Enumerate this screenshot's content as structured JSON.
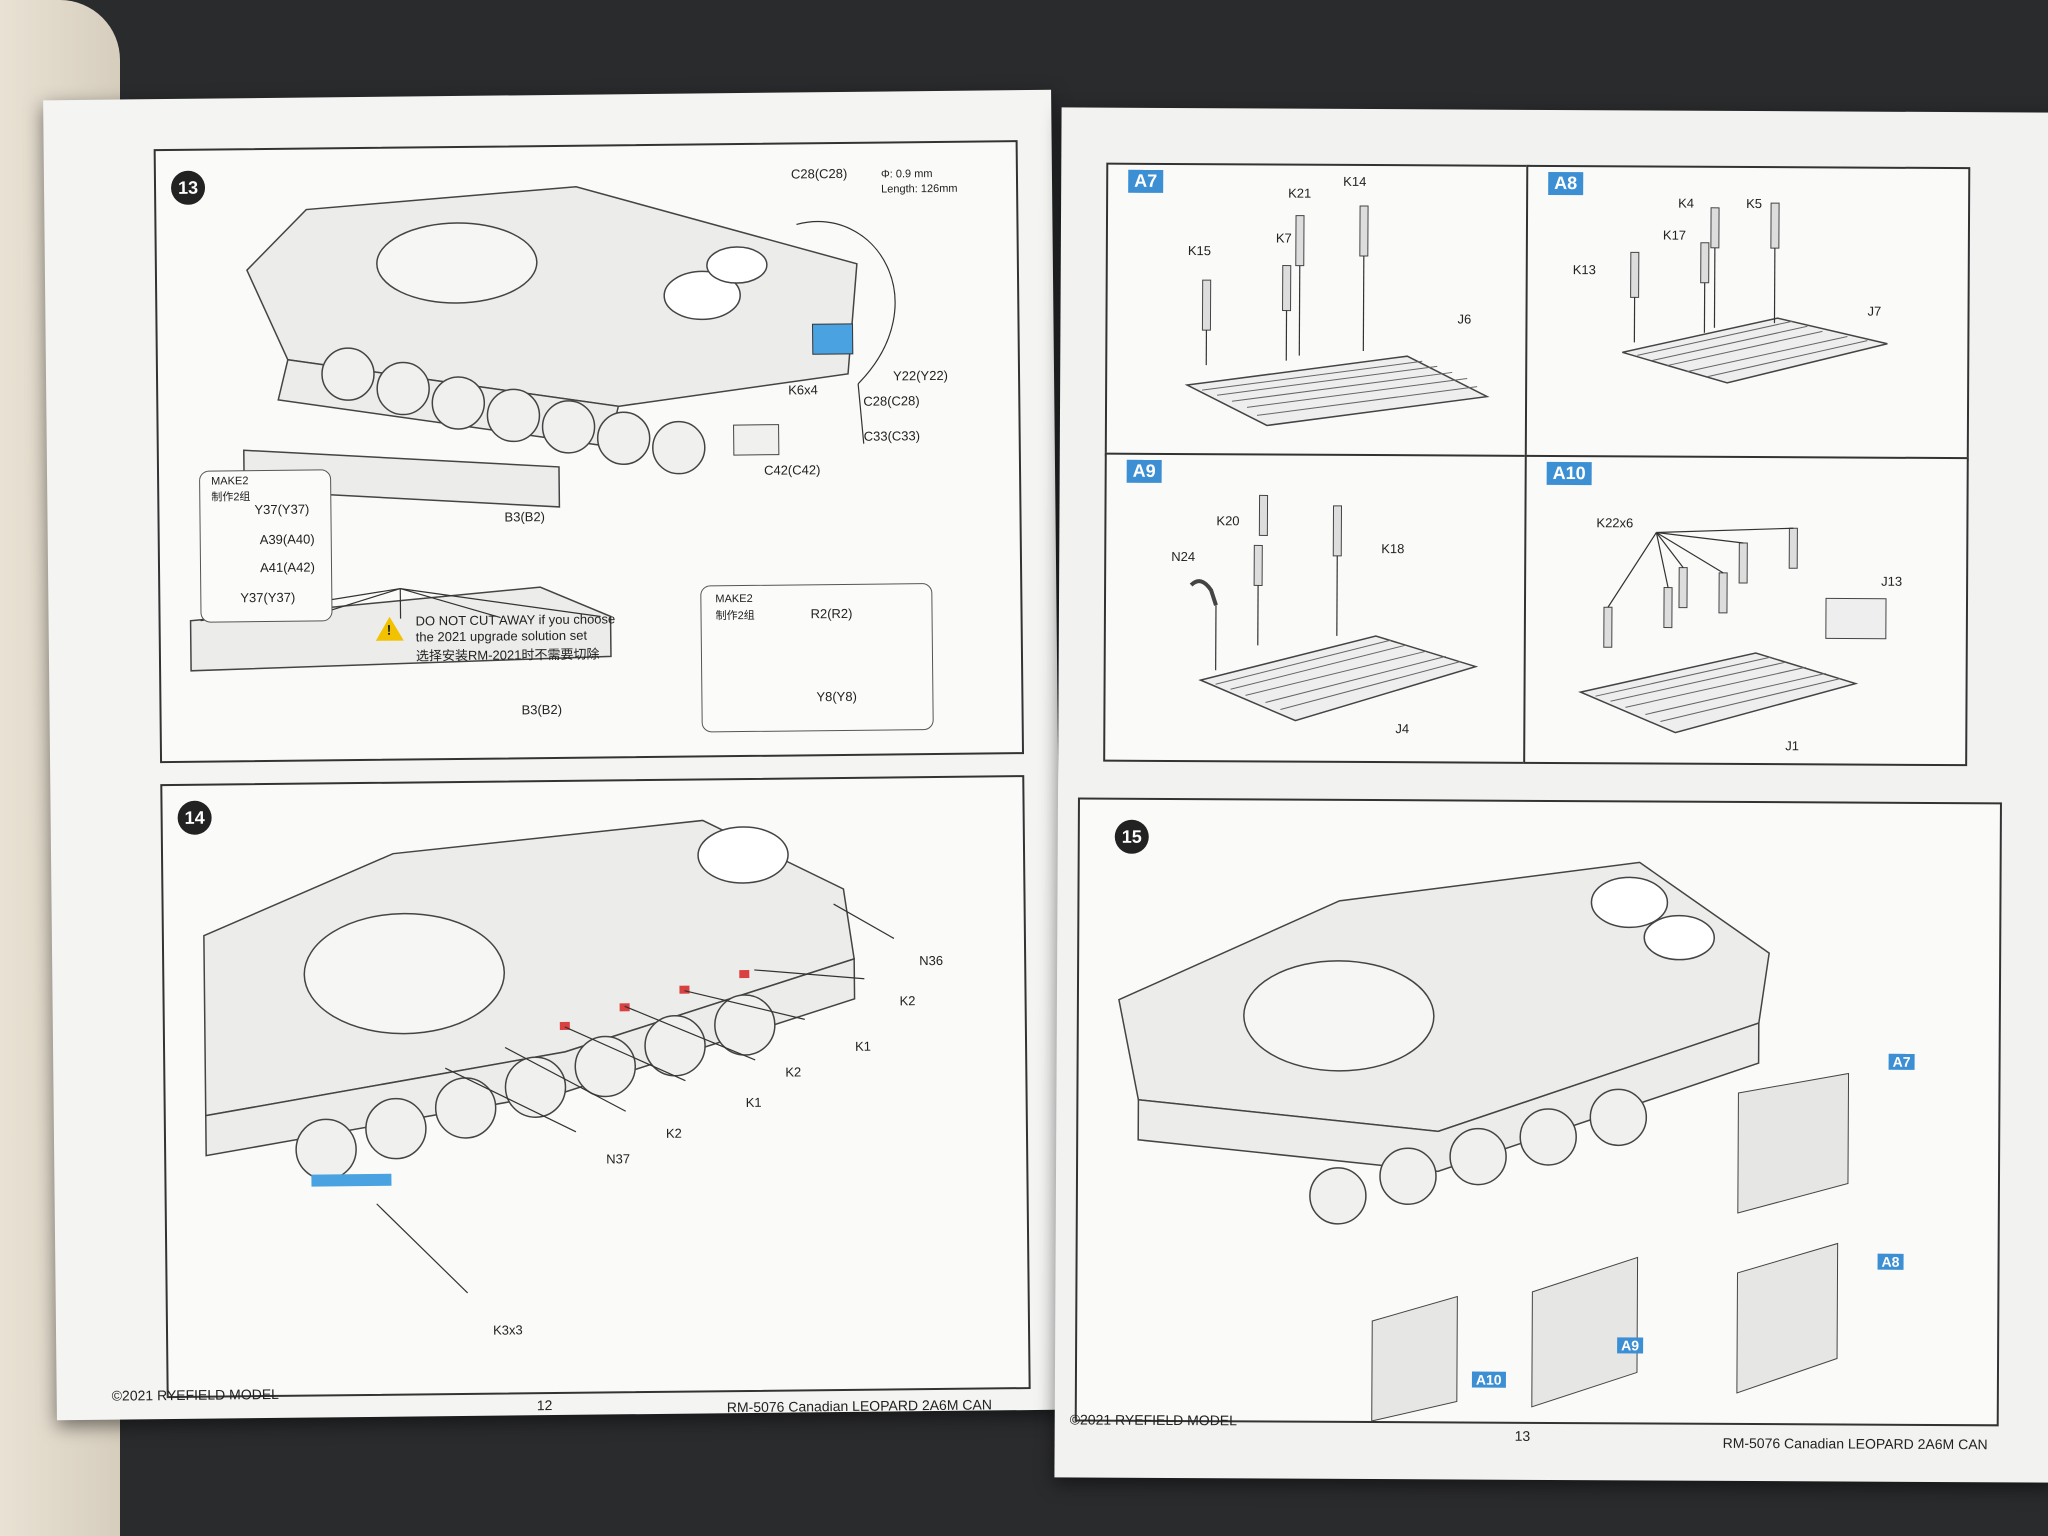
{
  "left_page": {
    "step13": {
      "number": "13",
      "labels": {
        "c28_top": "C28(C28)",
        "wire_dia": "Φ: 0.9 mm",
        "wire_len": "Length: 126mm",
        "y22": "Y22(Y22)",
        "c28_mid": "C28(C28)",
        "k6": "K6x4",
        "c33": "C33(C33)",
        "c42": "C42(C42)",
        "b3_top": "B3(B2)",
        "make2_a": "MAKE2",
        "make2_a_cn": "制作2组",
        "y37_a": "Y37(Y37)",
        "a39": "A39(A40)",
        "a41": "A41(A42)",
        "y37_b": "Y37(Y37)",
        "warn_1": "DO NOT CUT AWAY if you choose",
        "warn_2": "the 2021 upgrade solution set",
        "warn_cn": "选择安装RM-2021时不需要切除",
        "b3_bottom": "B3(B2)",
        "make2_b": "MAKE2",
        "make2_b_cn": "制作2组",
        "r2": "R2(R2)",
        "y8": "Y8(Y8)"
      }
    },
    "step14": {
      "number": "14",
      "labels": {
        "n36": "N36",
        "k2_a": "K2",
        "k1_a": "K1",
        "k2_b": "K2",
        "k1_b": "K1",
        "k2_c": "K2",
        "n37": "N37",
        "k3": "K3x3"
      }
    },
    "footer": {
      "copyright": "©2021 RYEFIELD MODEL",
      "page_number": "12",
      "title": "RM-5076 Canadian LEOPARD 2A6M CAN"
    }
  },
  "right_page": {
    "a7": {
      "badge": "A7",
      "k14": "K14",
      "k21": "K21",
      "k7": "K7",
      "k15": "K15",
      "j6": "J6"
    },
    "a8": {
      "badge": "A8",
      "k4": "K4",
      "k5": "K5",
      "k17": "K17",
      "k13": "K13",
      "j7": "J7"
    },
    "a9": {
      "badge": "A9",
      "k20": "K20",
      "k18": "K18",
      "n24": "N24",
      "j4": "J4"
    },
    "a10": {
      "badge": "A10",
      "k22": "K22x6",
      "j13": "J13",
      "j1": "J1"
    },
    "step15": {
      "number": "15",
      "badges": {
        "a7": "A7",
        "a8": "A8",
        "a9": "A9",
        "a10": "A10"
      }
    },
    "footer": {
      "copyright": "©2021 RYEFIELD MODEL",
      "page_number": "13",
      "title": "RM-5076 Canadian LEOPARD 2A6M CAN"
    }
  },
  "colors": {
    "badge_blue": "#3d8fd4",
    "part_red": "#d94040",
    "part_blue": "#4aa3e0",
    "warn_yellow": "#f2c200"
  }
}
